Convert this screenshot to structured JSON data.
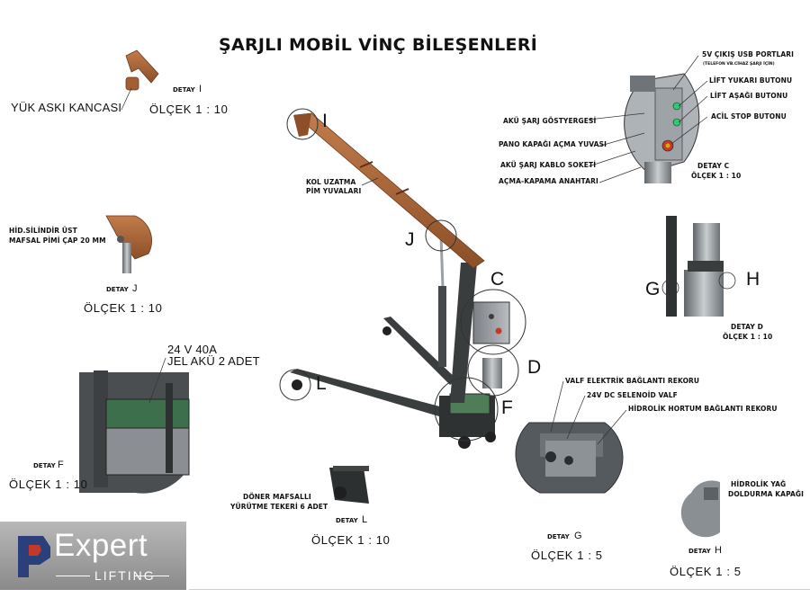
{
  "title": "ŞARJLI MOBİL VİNÇ BİLEŞENLERİ",
  "colors": {
    "arm": "#a9663a",
    "frame": "#3a3d3d",
    "battery": "#3c6e4a",
    "grey": "#8a8f94"
  },
  "logo": {
    "brand": "Expert",
    "sub": "LIFTING"
  },
  "details": {
    "I": {
      "prefix": "DETAY",
      "letter": "I",
      "scale": "ÖLÇEK  1 : 10",
      "label": "YÜK ASKI KANCASI"
    },
    "J": {
      "prefix": "DETAY",
      "letter": "J",
      "scale": "ÖLÇEK  1 : 10",
      "label_1": "HİD.SİLİNDİR ÜST",
      "label_2": "MAFSAL PİMİ ÇAP 20 MM"
    },
    "F": {
      "prefix": "DETAY",
      "letter": "F",
      "scale": "ÖLÇEK  1 : 10",
      "label_1": "24 V 40A",
      "label_2": "JEL AKÜ 2 ADET"
    },
    "L": {
      "prefix": "DETAY",
      "letter": "L",
      "scale": "ÖLÇEK  1 : 10",
      "label_1": "DÖNER MAFSALLI",
      "label_2": "YÜRÜTME TEKERİ 6 ADET"
    },
    "G": {
      "prefix": "DETAY",
      "letter": "G",
      "scale": "ÖLÇEK  1 : 5",
      "label_1": "VALF ELEKTRİK BAĞLANTI REKORU",
      "label_2": "24V DC SELENOİD VALF",
      "label_3": "HİDROLİK HORTUM BAĞLANTI REKORU"
    },
    "H": {
      "prefix": "DETAY",
      "letter": "H",
      "scale": "ÖLÇEK  1 : 5",
      "label_1": "HİDROLİK YAĞ",
      "label_2": "DOLDURMA KAPAĞI"
    },
    "C": {
      "line_1": "DETAY C",
      "line_2": "ÖLÇEK 1 : 10"
    },
    "D": {
      "line_1": "DETAY D",
      "line_2": "ÖLÇEK 1 : 10"
    }
  },
  "panel_labels": {
    "usb": "5V ÇIKIŞ USB PORTLARI",
    "usb_note": "(TELEFON VB.CİHAZ ŞARJI İÇİN)",
    "lift_up": "LİFT YUKARI BUTONU",
    "lift_down": "LİFT AŞAĞI BUTONU",
    "stop": "ACİL STOP BUTONU",
    "charge_indicator": "AKÜ ŞARJ GÖSTYERGESİ",
    "panel_lock": "PANO KAPAĞI AÇMA YUVASI",
    "charge_socket": "AKÜ ŞARJ KABLO SOKETİ",
    "switch": "AÇMA-KAPAMA ANAHTARI"
  },
  "arm_label": {
    "line_1": "KOL UZATMA",
    "line_2": "PİM YUVALARI"
  },
  "callouts": {
    "I": "I",
    "J": "J",
    "C": "C",
    "D": "D",
    "F": "F",
    "L": "L",
    "G": "G",
    "H": "H"
  }
}
